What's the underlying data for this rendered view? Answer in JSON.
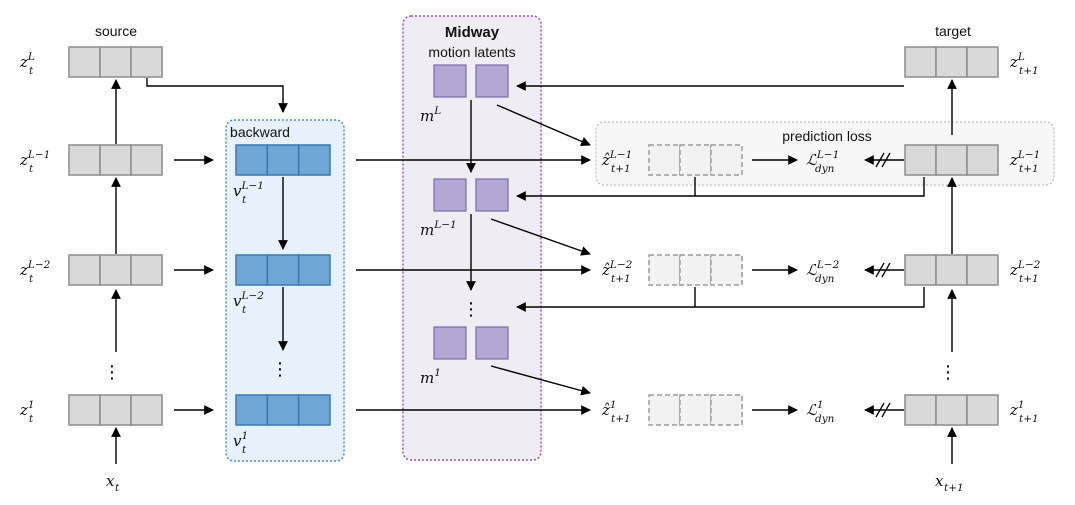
{
  "labels": {
    "source": "source",
    "target": "target",
    "midway_title": "Midway",
    "midway_sub": "motion latents",
    "backward": "backward",
    "prediction_loss": "prediction loss"
  },
  "source_rows": [
    {
      "base": "z",
      "sub": "t",
      "sup": "L"
    },
    {
      "base": "z",
      "sub": "t",
      "sup": "L−1"
    },
    {
      "base": "z",
      "sub": "t",
      "sup": "L−2"
    },
    {
      "base": "z",
      "sub": "t",
      "sup": "1"
    }
  ],
  "target_rows": [
    {
      "base": "z",
      "sub": "t+1",
      "sup": "L"
    },
    {
      "base": "z",
      "sub": "t+1",
      "sup": "L−1"
    },
    {
      "base": "z",
      "sub": "t+1",
      "sup": "L−2"
    },
    {
      "base": "z",
      "sub": "t+1",
      "sup": "1"
    }
  ],
  "backward_rows": [
    {
      "base": "v",
      "sub": "t",
      "sup": "L−1"
    },
    {
      "base": "v",
      "sub": "t",
      "sup": "L−2"
    },
    {
      "base": "v",
      "sub": "t",
      "sup": "1"
    }
  ],
  "motion_rows": [
    {
      "base": "m",
      "sup": "L"
    },
    {
      "base": "m",
      "sup": "L−1"
    },
    {
      "base": "m",
      "sup": "1"
    }
  ],
  "prediction_rows": [
    {
      "base": "ẑ",
      "sub": "t+1",
      "sup": "L−1"
    },
    {
      "base": "ẑ",
      "sub": "t+1",
      "sup": "L−2"
    },
    {
      "base": "ẑ",
      "sub": "t+1",
      "sup": "1"
    }
  ],
  "loss_rows": [
    {
      "base": "ℒ",
      "sub": "dyn",
      "sup": "L−1"
    },
    {
      "base": "ℒ",
      "sub": "dyn",
      "sup": "L−2"
    },
    {
      "base": "ℒ",
      "sub": "dyn",
      "sup": "1"
    }
  ],
  "inputs": {
    "source": {
      "base": "x",
      "sub": "t"
    },
    "target": {
      "base": "x",
      "sub": "t+1"
    }
  },
  "ellipsis": "⋮",
  "colors": {
    "token_fill": "#d9d9d9",
    "token_stroke": "#8c8c8c",
    "backward_fill": "#6fa6d6",
    "backward_stroke": "#3b78b0",
    "backward_panel": "#e6f1fb",
    "backward_border": "#4a8fc9",
    "motion_fill": "#b4a7d6",
    "motion_stroke": "#7a6aa8",
    "midway_panel": "#efedf3",
    "midway_border": "#9a4fc0",
    "pred_fill": "#f2f2f2",
    "pred_stroke": "#9a9a9a",
    "loss_panel": "#f7f7f7"
  }
}
